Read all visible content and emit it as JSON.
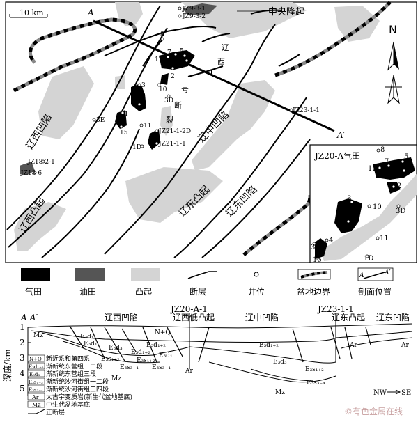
{
  "map": {
    "scale_label": "10 km",
    "compass_letter": "N",
    "section_start": "A",
    "section_end": "A′",
    "labels": {
      "central_uplift": "中央隆起",
      "liaoxi_sag": "辽西凹陷",
      "liaoxi_uplift": "辽西凸起",
      "liaozhong_sag": "辽中凹陷",
      "liaodong_uplift": "辽东凸起",
      "liaodong_sag": "辽东凹陷",
      "fault_liaoxi_1": "辽",
      "fault_liaoxi_2": "西",
      "fault_liaoxi_3": "1",
      "fault_liaoxi_4": "号",
      "fault_liaoxi_5": "断",
      "fault_liaoxi_6": "裂"
    },
    "wells": {
      "jz9_3_1": "JZ9-3-1",
      "jz9_3_2": "JZ9-3-2",
      "w8": "8",
      "w12": "12",
      "w7": "7",
      "w5": "5",
      "w1": "1",
      "w2": "2",
      "w3": "3",
      "w10": "10",
      "w6": "6",
      "w3d": "3D",
      "w4": "4",
      "w3e": "3E",
      "w15": "15",
      "w11": "11",
      "jz21_2d": "JZ21-1-2D",
      "jz21_1": "JZ21-1-1",
      "w1d": "1D",
      "jz23": "JZ23-1-1",
      "jz18_2": "JZ18-2-1",
      "jz18_6": "JZ18-6"
    },
    "inset": {
      "title": "JZ20-A气田",
      "wells": {
        "w8": "8",
        "w5": "5",
        "w7": "7",
        "w12": "12",
        "w1": "1",
        "w2": "2",
        "w3": "3",
        "w10": "10",
        "w3d": "3D",
        "w6": "6",
        "w4": "4",
        "w3e": "3E",
        "w11": "11",
        "w1d": "1D",
        "w15": "15"
      }
    }
  },
  "legend": [
    {
      "label": "气田",
      "kind": "gas-field"
    },
    {
      "label": "油田",
      "kind": "oil-field"
    },
    {
      "label": "凸起",
      "kind": "uplift"
    },
    {
      "label": "断层",
      "kind": "fault"
    },
    {
      "label": "井位",
      "kind": "well"
    },
    {
      "label": "盆地边界",
      "kind": "basin-boundary"
    },
    {
      "label": "剖面位置",
      "kind": "section-line",
      "sample_a": "A",
      "sample_b": "A′"
    }
  ],
  "section": {
    "name": "A-A′",
    "well_1": "JZ20-A-1",
    "well_2": "JZ23-1-1",
    "units": {
      "liaoxi_sag": "辽西凹陷",
      "liaoxi_low_uplift": "辽西低凸起",
      "liaozhong_sag": "辽中凹陷",
      "liaodong_uplift": "辽东凸起",
      "liaodong_sag": "辽东凹陷"
    },
    "y_axis_label": "深度/km",
    "depth_ticks": [
      "1",
      "2",
      "3",
      "4",
      "5"
    ],
    "strata": {
      "mz_left": "Mz",
      "nq": "N+Q",
      "e3d1_top": "E₃d₁",
      "e3d1_a": "E₃d₁",
      "e3d12_a": "E₃d₁₊₂",
      "e3d12_b": "E₃d₁₊₂",
      "e3d3_a": "E₃d₃",
      "e3s12": "E₃s₁₊₂",
      "e3d1_b": "E₃d₁",
      "e3s34_a": "E₃s₃₋₄",
      "e3s34_b": "E₃s₃₋₄",
      "e3s12_b": "E₃s₁₊₂",
      "ar_1": "Ar",
      "mz_center": "Mz",
      "e3d12_c": "E₃d₁₊₂",
      "e3d3_b": "E₃d₃",
      "e3s12_c": "E₃s₁₊₂",
      "e3s34_c": "E₃s₃₋₄",
      "mz_right": "Mz",
      "ar_2": "Ar",
      "ar_3": "Ar"
    },
    "legend": [
      {
        "code": "N+Q",
        "label": "新近系和第四系"
      },
      {
        "code": "E₃d₁₊₂",
        "label": "渐新统东营组一二段"
      },
      {
        "code": "E₃d₃",
        "label": "渐新统东营组三段"
      },
      {
        "code": "E₃s₁₊₂",
        "label": "渐新统沙河街组一二段"
      },
      {
        "code": "E₃s₃₋₄",
        "label": "渐新统沙河街组三四段"
      },
      {
        "code": "Ar",
        "label": "太古宇变质岩(新生代盆地基底)"
      },
      {
        "code": "Mz",
        "label": "中生代盆地基底"
      },
      {
        "code": "",
        "label": "正断层"
      }
    ],
    "orientation_left": "NW",
    "orientation_right": "SE"
  },
  "watermark": "©有色金属在线"
}
